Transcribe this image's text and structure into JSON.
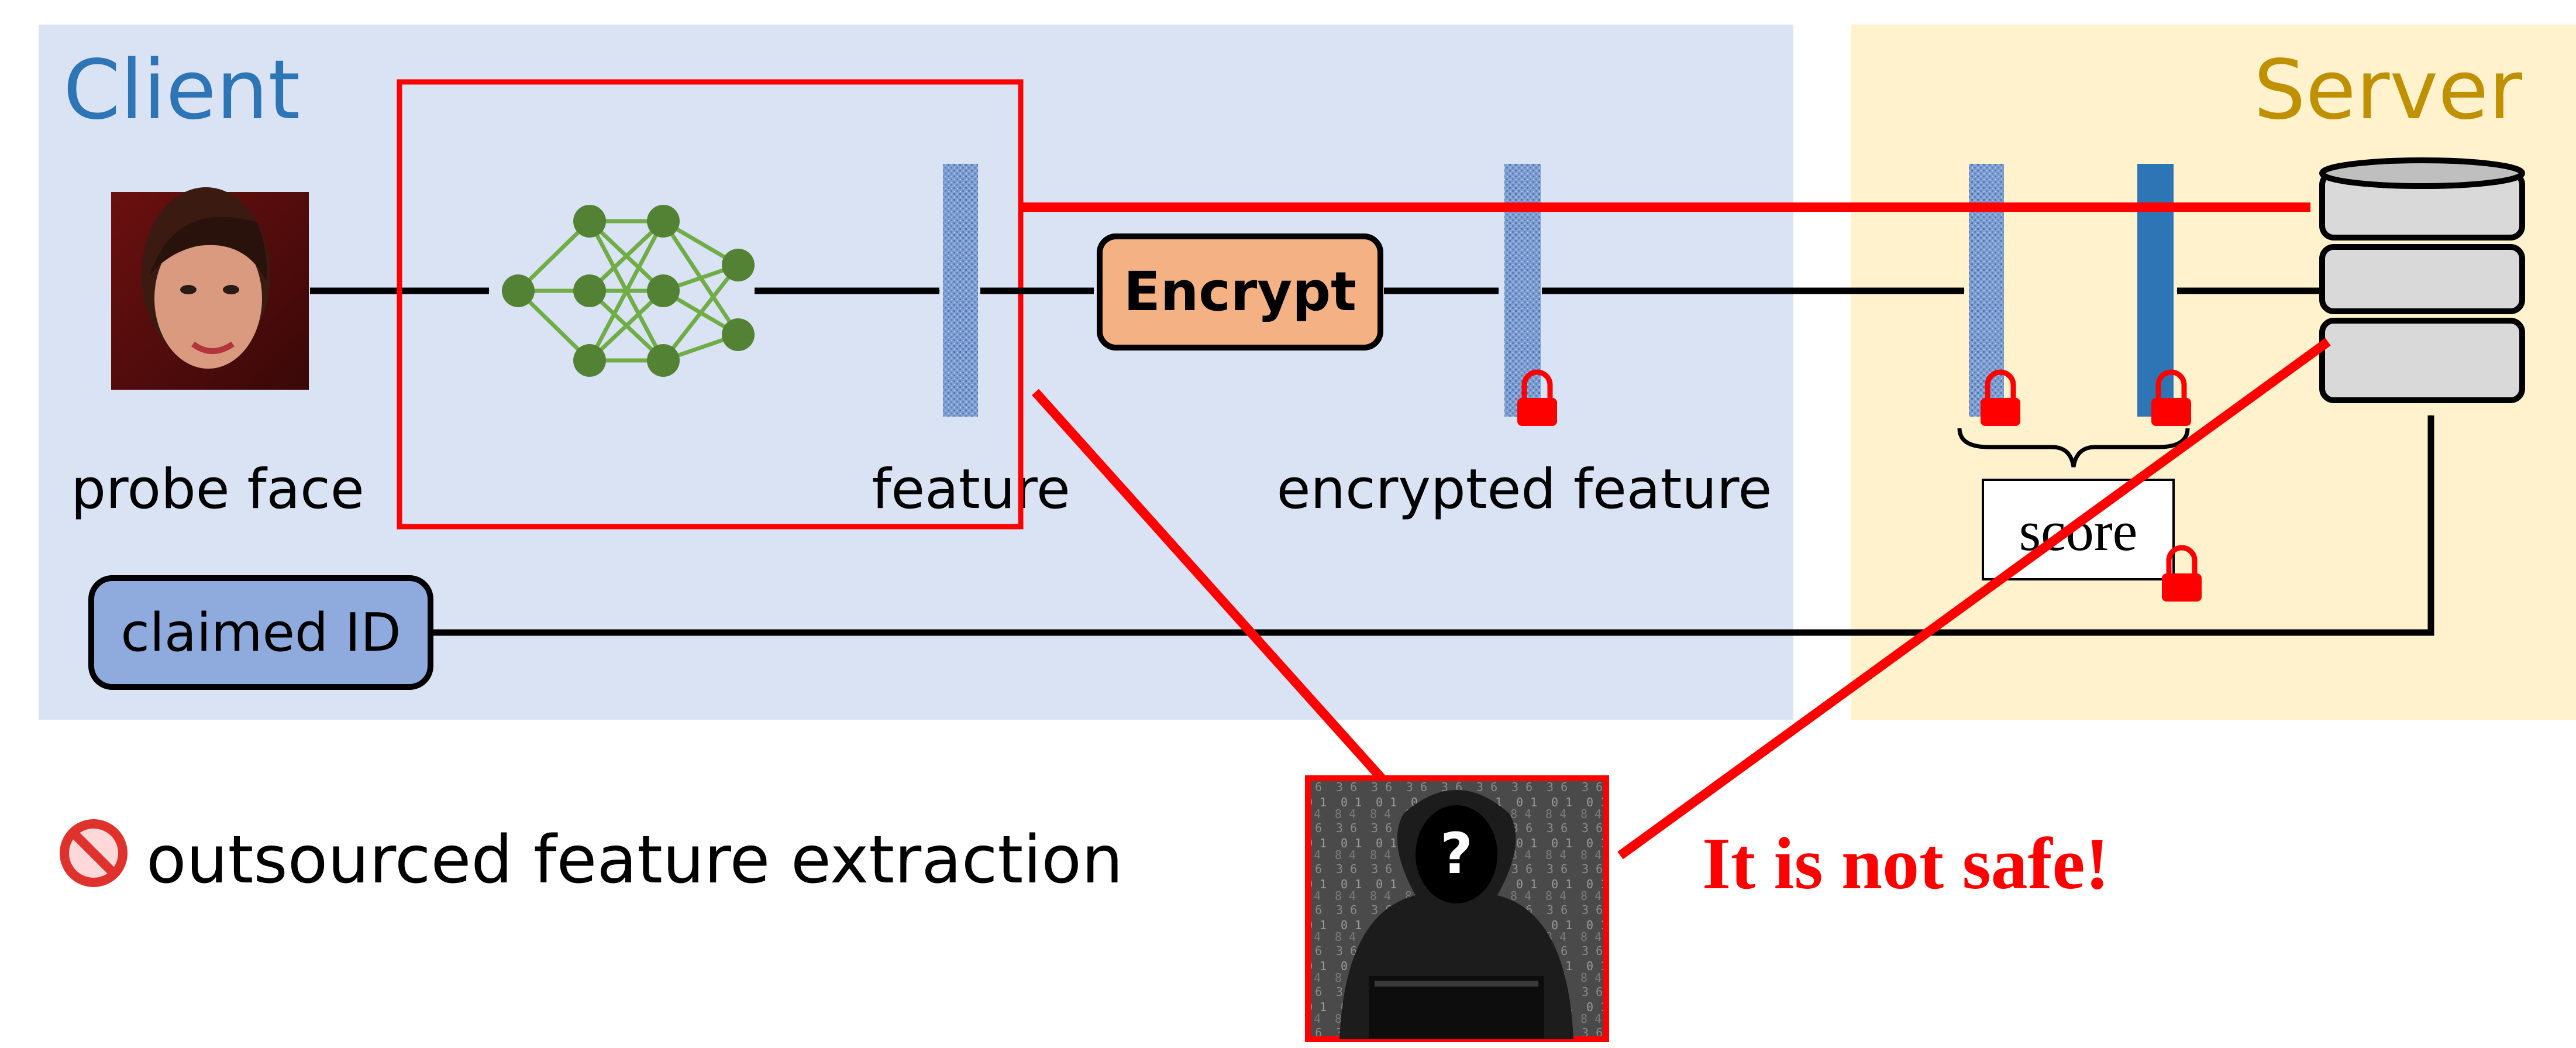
{
  "client": {
    "title": "Client"
  },
  "server": {
    "title": "Server"
  },
  "labels": {
    "probe_face": "probe face",
    "feature": "feature",
    "encrypted_feature": "encrypted feature",
    "encrypt": "Encrypt",
    "claimed_id": "claimed ID",
    "score": "score"
  },
  "notes": {
    "outsourced": "outsourced feature extraction",
    "warning": "It is not safe!"
  },
  "colors": {
    "client_bg": "#DAE3F3",
    "server_bg": "#FFF2CC",
    "client_title": "#2E75B6",
    "server_title": "#BF9000",
    "attack_red": "#FF0000",
    "encrypt_fill": "#F4B183",
    "claimed_fill": "#8FAADC",
    "network_green": "#548235",
    "enrolled_feature": "#2E75B6"
  },
  "icons": {
    "neural_net": "neural-network-icon",
    "database": "database-icon",
    "lock": "lock-icon",
    "prohibited": "prohibited-icon",
    "attacker": "hacker-icon",
    "face": "face-photo"
  }
}
